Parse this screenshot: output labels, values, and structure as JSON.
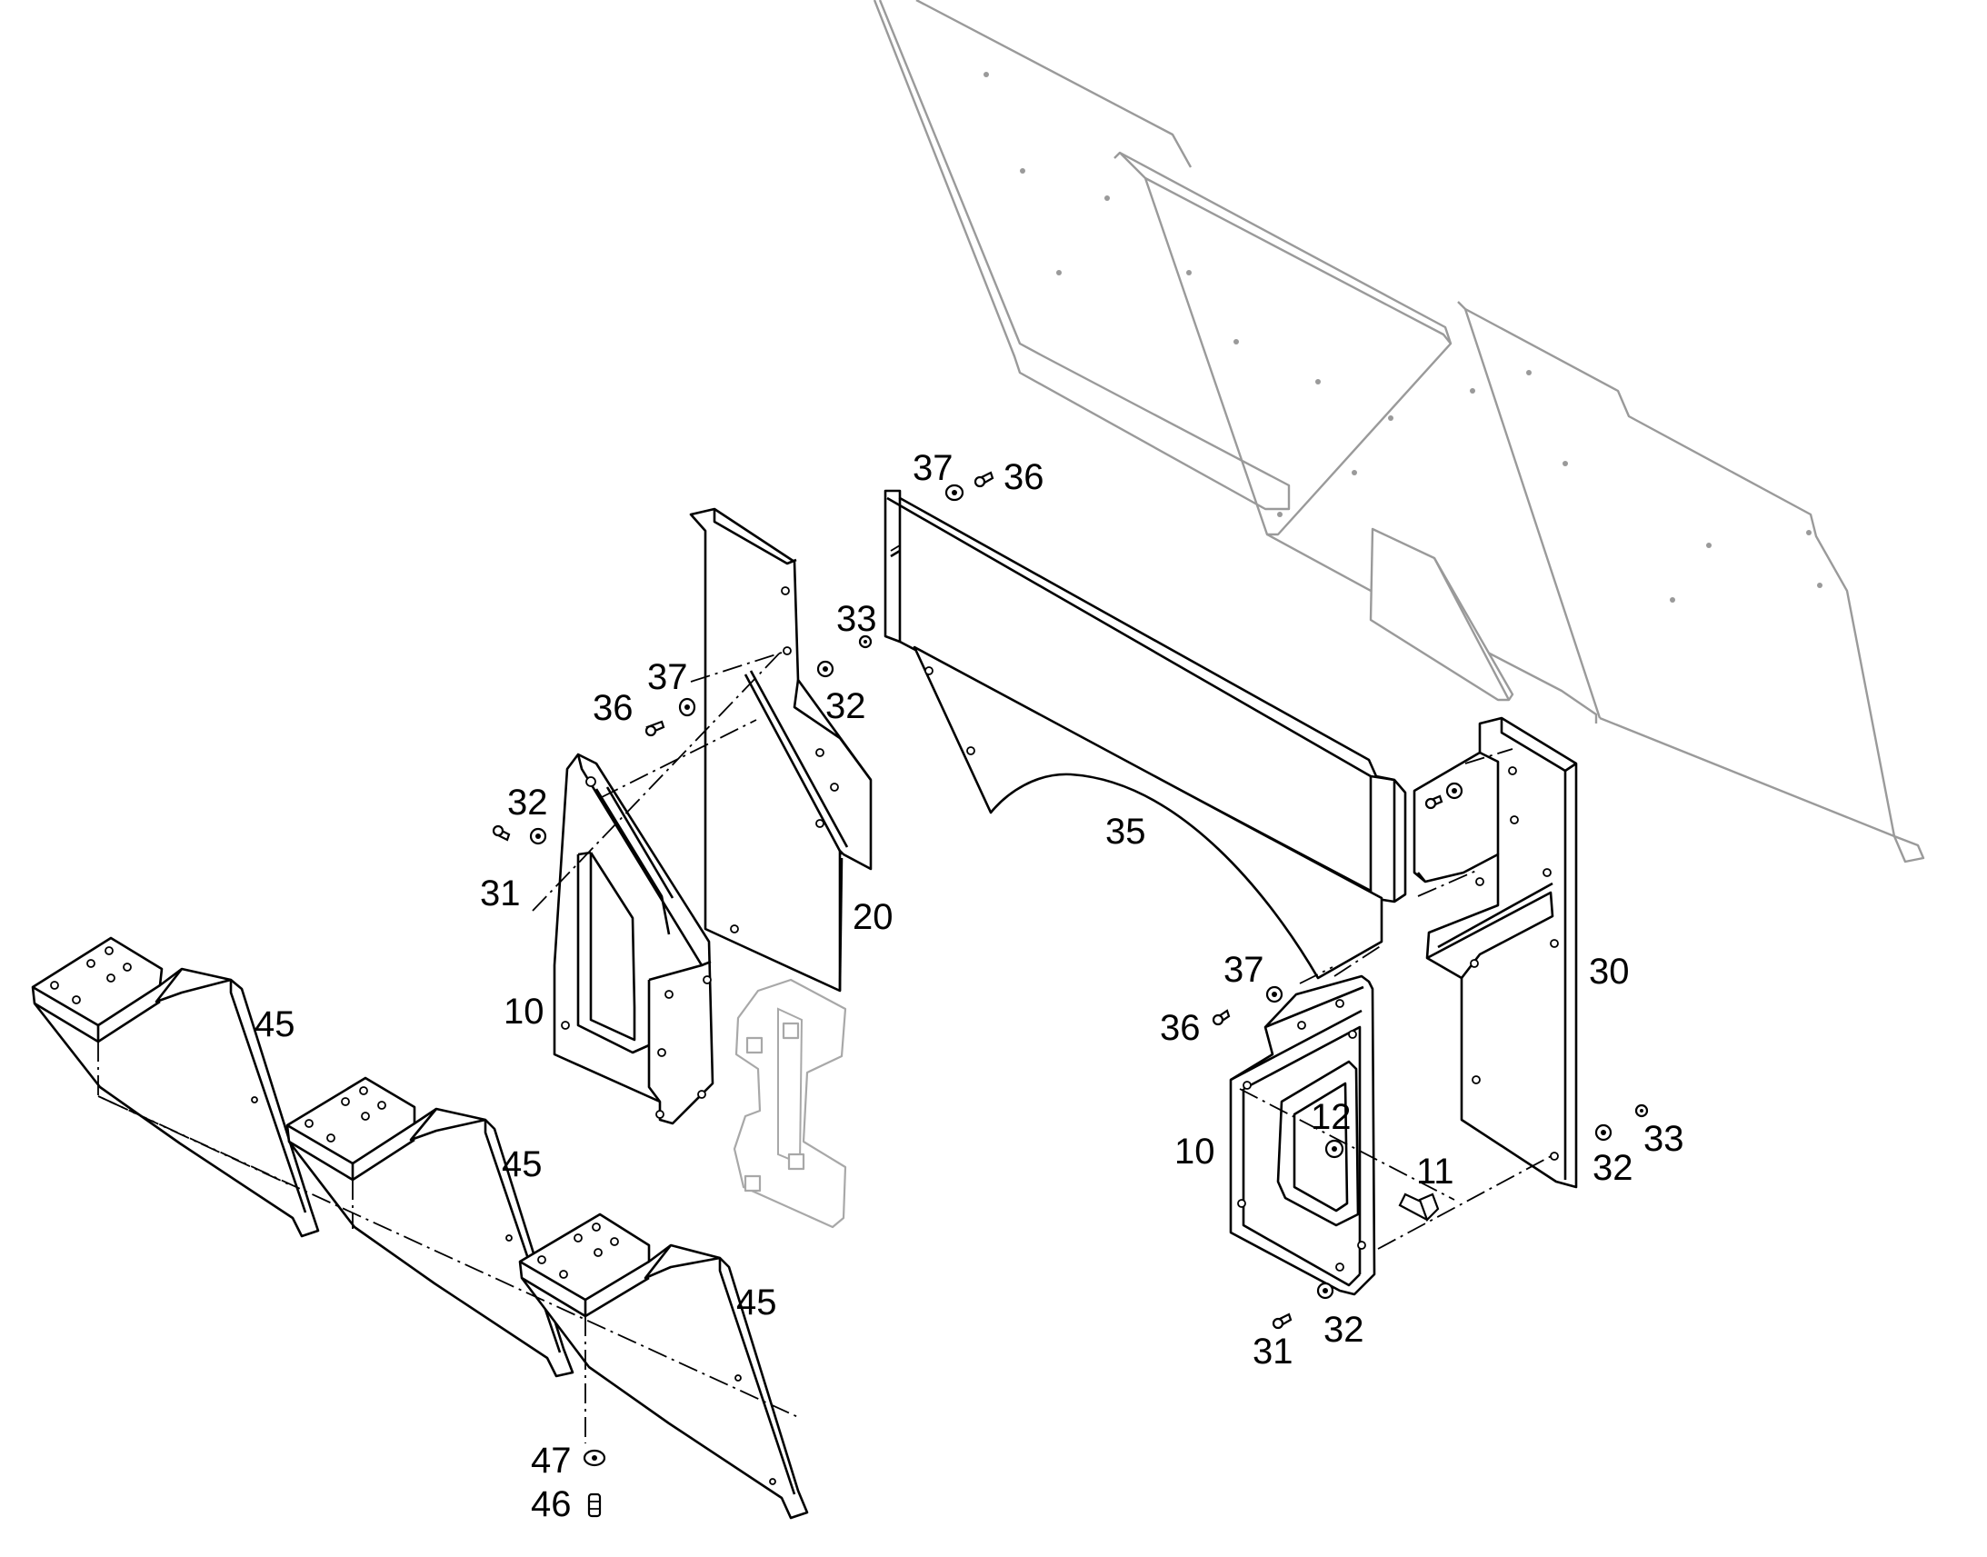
{
  "callouts": {
    "c37_top": "37",
    "c36_top": "36",
    "c33_left": "33",
    "c37_left": "37",
    "c36_left": "36",
    "c32_left_upper": "32",
    "c32_left_mid": "32",
    "c31_left": "31",
    "c20": "20",
    "c10_left": "10",
    "c35": "35",
    "c30": "30",
    "c37_right": "37",
    "c36_right": "36",
    "c10_right": "10",
    "c12": "12",
    "c11": "11",
    "c32_right_lower": "32",
    "c33_right": "33",
    "c32_right_mid": "32",
    "c31_right": "31",
    "c45_a": "45",
    "c45_b": "45",
    "c45_c": "45",
    "c47": "47",
    "c46": "46"
  }
}
